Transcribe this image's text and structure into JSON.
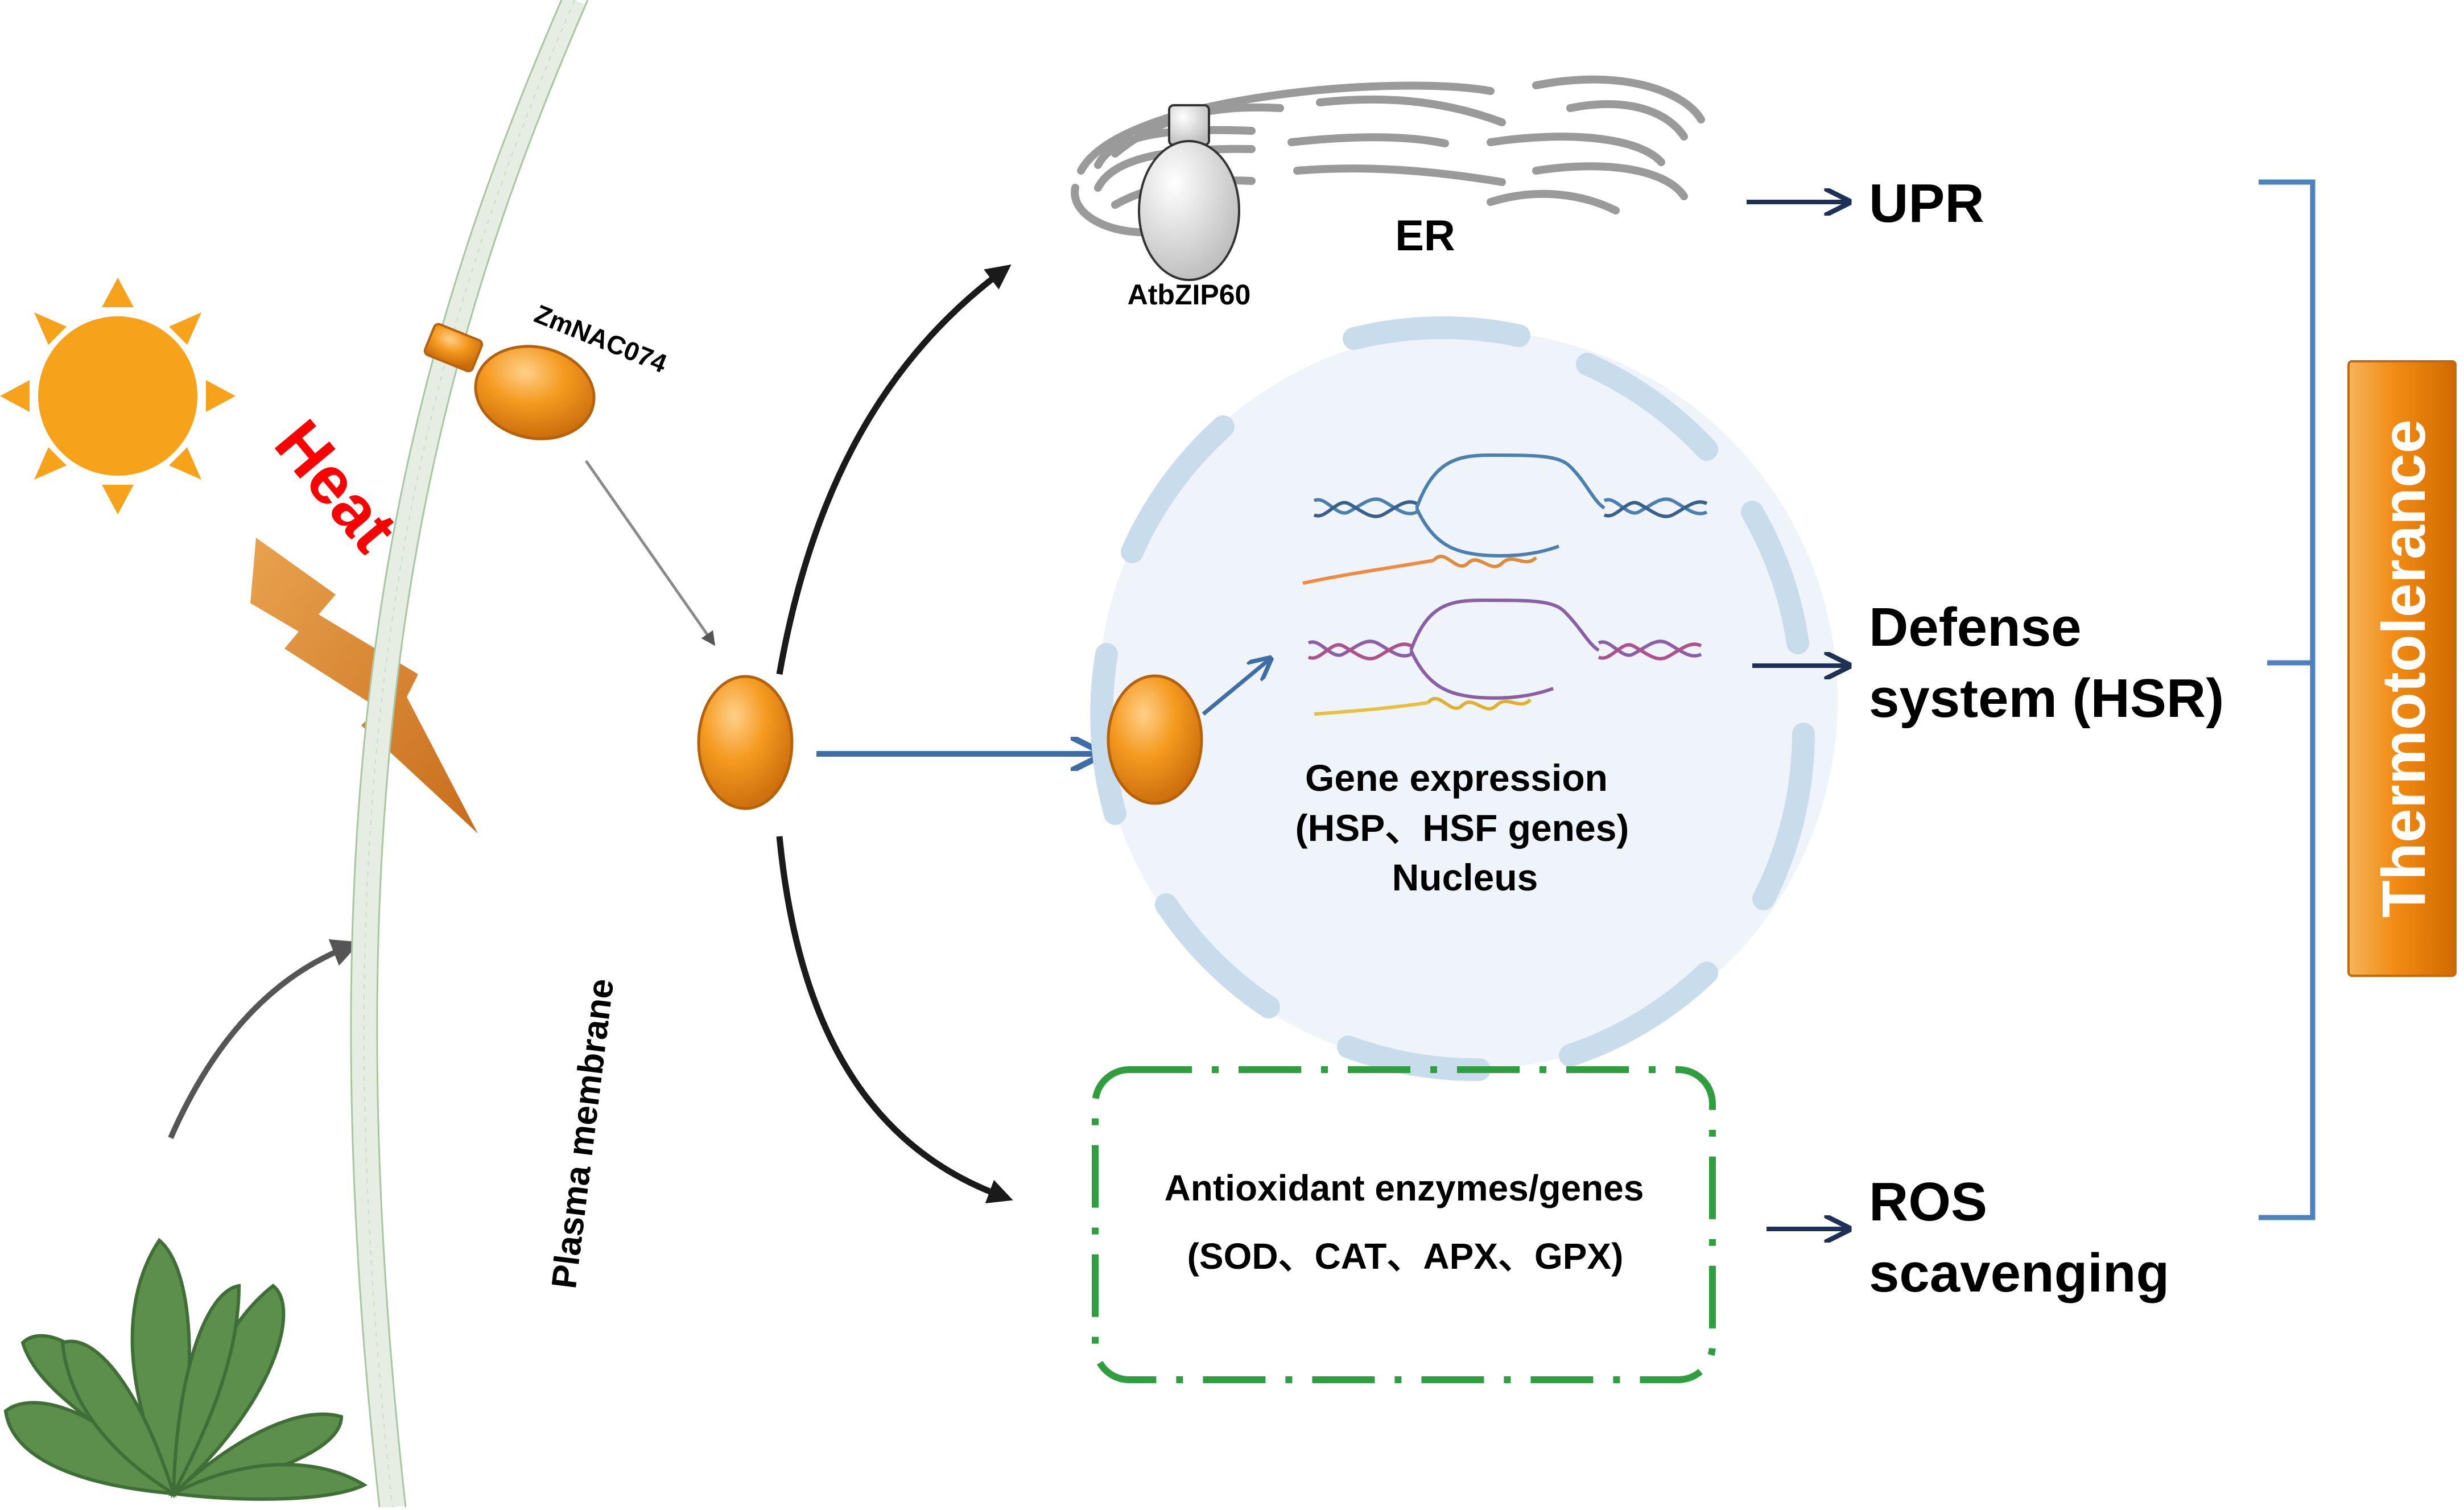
{
  "labels": {
    "heat": "Heat",
    "zmnac074": "ZmNAC074",
    "plasma_membrane": "Plasma membrane",
    "atbzip60": "AtbZIP60",
    "er": "ER",
    "gene_expression": "Gene expression",
    "hsp_hsf_genes": "(HSP、HSF genes)",
    "nucleus": "Nucleus",
    "antioxidant_line1": "Antioxidant enzymes/genes",
    "antioxidant_line2": "(SOD、CAT、APX、GPX)"
  },
  "outcomes": {
    "upr": "UPR",
    "defense_line1": "Defense",
    "defense_line2": "system (HSR)",
    "ros_line1": "ROS",
    "ros_line2": "scavenging"
  },
  "result": "Thermotolerance",
  "colors": {
    "protein_orange": "#f39a1e",
    "sun_orange": "#f7a21b",
    "bolt_orange": "#d9822b",
    "heat_red": "#ff0000",
    "navy_arrow": "#1f3056",
    "blue_arrow": "#3f6ea6",
    "bracket_blue": "#4f81bd",
    "box_green": "#2e9e3e",
    "nucleus_fill": "#eef4fa",
    "nucleus_envelope": "#c8dcec",
    "er_gray": "#9a9a9a",
    "leaf_green": "#5c8f4c"
  }
}
